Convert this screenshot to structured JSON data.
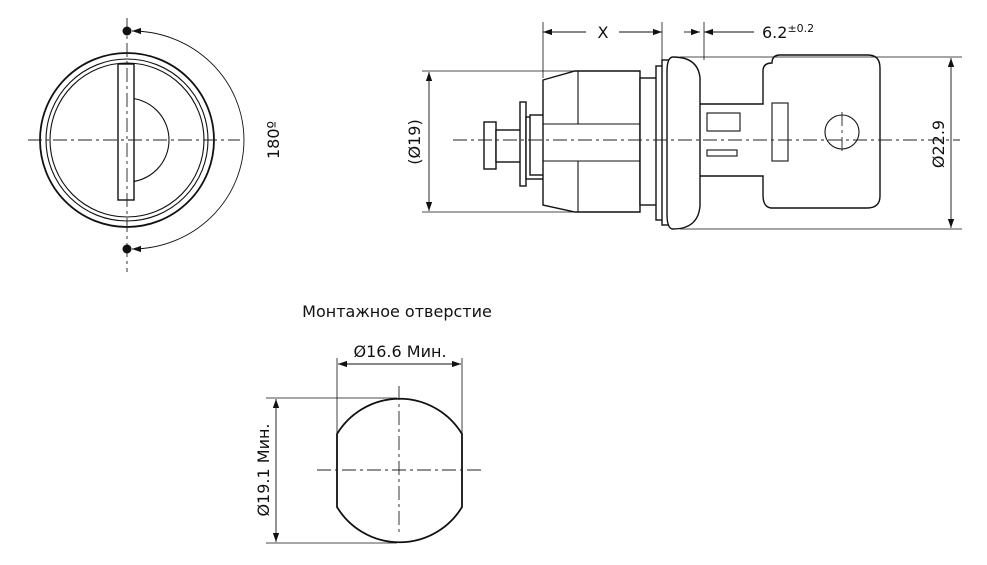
{
  "front_view": {
    "rotation_label": "180º"
  },
  "side_view": {
    "dim_x_label": "X",
    "dim_flange_label": "6.2",
    "dim_flange_tolerance": "±0.2",
    "dim_body_label": "(Ø19)",
    "dim_head_label": "Ø22.9"
  },
  "mounting_hole": {
    "title": "Монтажное отверстие",
    "width_label": "Ø16.6 Мин.",
    "height_label": "Ø19.1 Мин."
  }
}
